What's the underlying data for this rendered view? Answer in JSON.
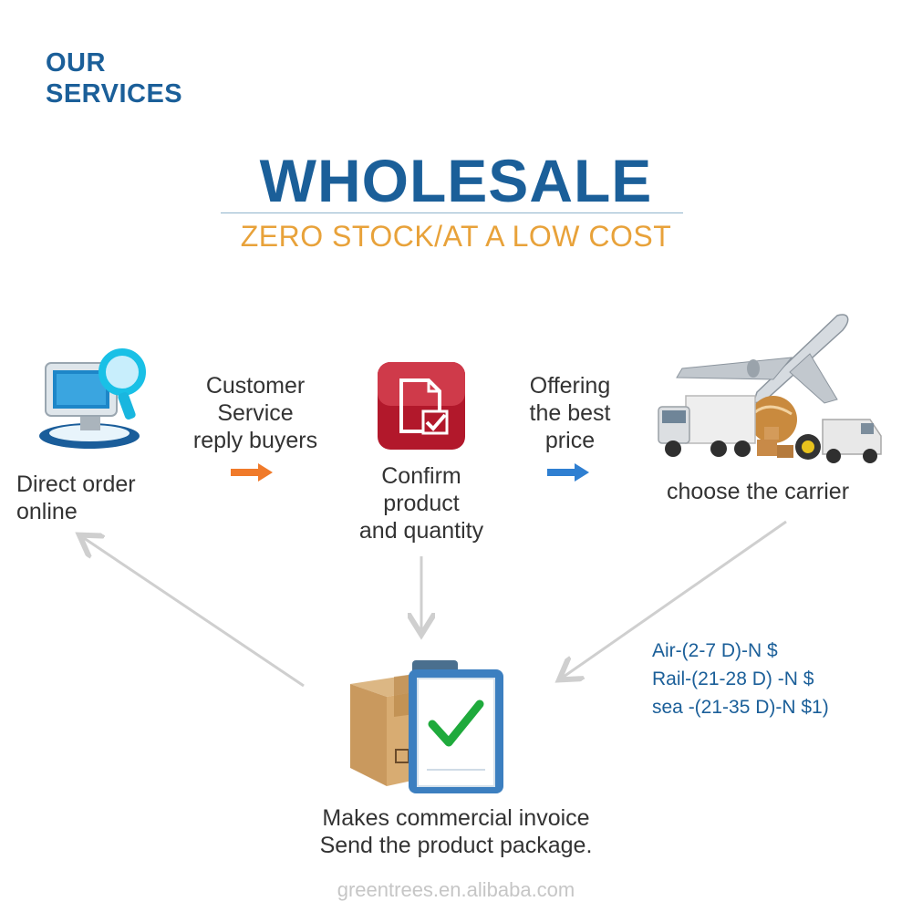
{
  "header": {
    "section_line1": "OUR",
    "section_line2": "SERVICES",
    "title": "WHOLESALE",
    "subtitle": "ZERO STOCK/AT A LOW COST"
  },
  "steps": {
    "order": {
      "line1": "Direct order",
      "line2": "online",
      "icon": "computer-magnifier-icon"
    },
    "service_note": {
      "line1": "Customer",
      "line2": "Service",
      "line3": "reply buyers"
    },
    "confirm": {
      "line1": "Confirm",
      "line2": "product",
      "line3": "and quantity",
      "icon": "document-check-icon"
    },
    "price_note": {
      "line1": "Offering",
      "line2": "the best",
      "line3": "price"
    },
    "carrier": {
      "label": "choose the carrier",
      "icon": "plane-trucks-icon"
    },
    "carrier_options": [
      "Air-(2-7 D)-N $",
      "Rail-(21-28 D) -N $",
      "sea -(21-35 D)-N $1)"
    ],
    "package": {
      "line1": "Makes commercial invoice",
      "line2": "Send the product package.",
      "icon": "box-clipboard-icon"
    }
  },
  "footer": {
    "website": "greentrees.en.alibaba.com"
  },
  "colors": {
    "brand_blue": "#1b5f99",
    "accent_orange": "#e8a23a",
    "arrow_orange": "#f07a2a",
    "arrow_blue": "#2f7fd1",
    "arrow_gray": "#cfcfcf"
  }
}
